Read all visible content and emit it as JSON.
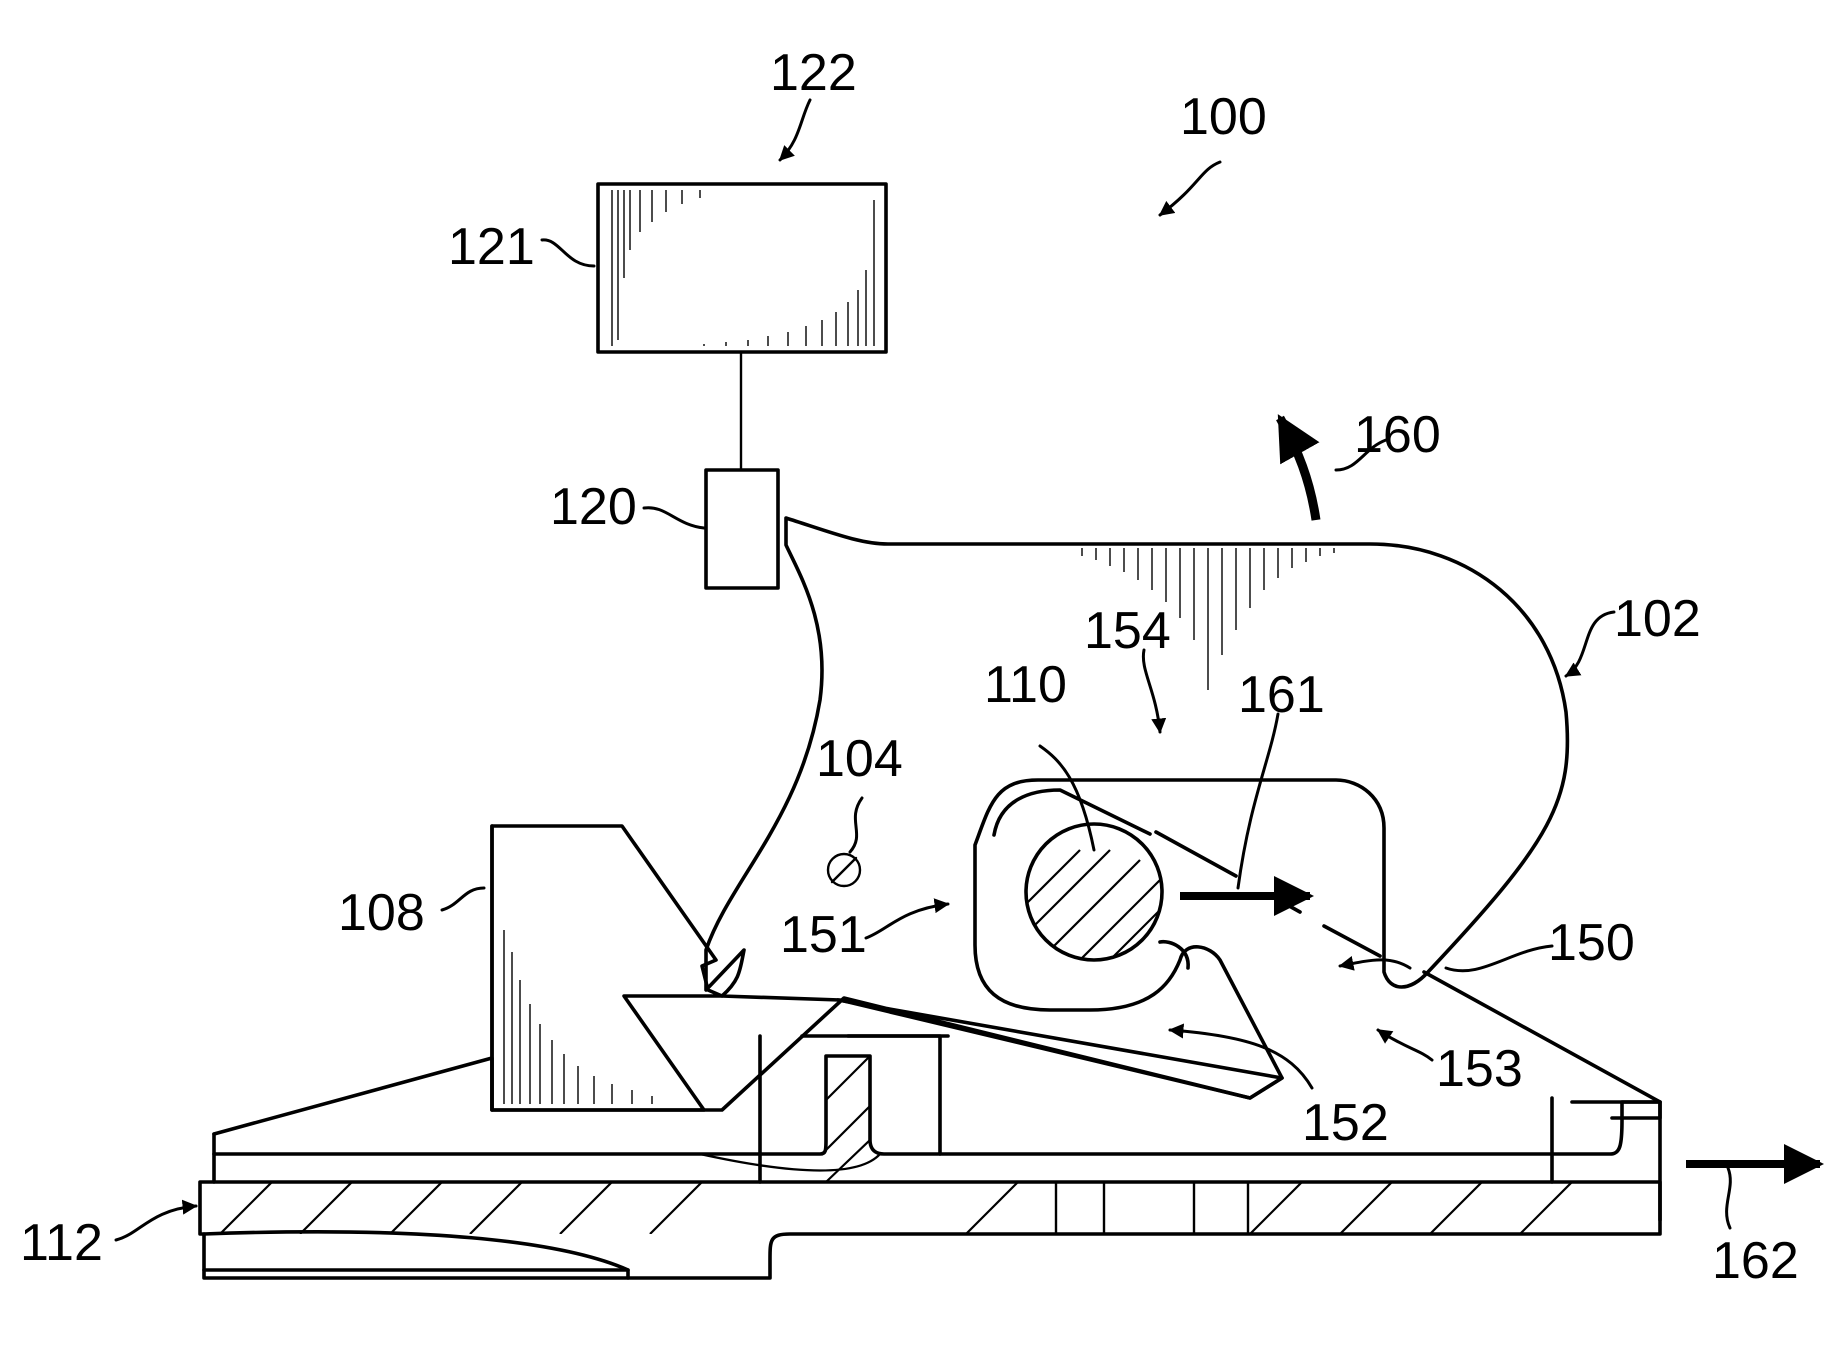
{
  "labels": {
    "l100": "100",
    "l102": "102",
    "l104": "104",
    "l108": "108",
    "l110": "110",
    "l112": "112",
    "l120": "120",
    "l121": "121",
    "l122": "122",
    "l150": "150",
    "l151": "151",
    "l152": "152",
    "l153": "153",
    "l154": "154",
    "l160": "160",
    "l161": "161",
    "l162": "162"
  }
}
